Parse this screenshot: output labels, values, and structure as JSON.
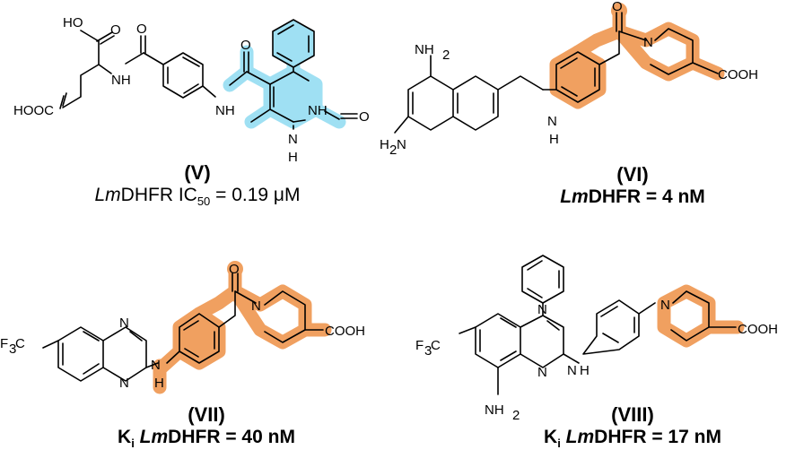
{
  "compounds": [
    {
      "id": "(V)",
      "activity": {
        "prefix": "",
        "enzyme_em": "Lm",
        "enzyme": "DHFR IC",
        "sub": "50",
        "rest": " = 0.19 μM"
      }
    },
    {
      "id": "(VI)",
      "activity": {
        "prefix": "",
        "enzyme_em": "Lm",
        "enzyme": "DHFR",
        "sub": "",
        "rest": " = 4 nM"
      }
    },
    {
      "id": "(VII)",
      "activity": {
        "prefix": "K",
        "prefix_sub": "i",
        "enzyme_em": "Lm",
        "enzyme": "DHFR",
        "rest": " = 40 nM"
      }
    },
    {
      "id": "(VIII)",
      "activity": {
        "prefix": "K",
        "prefix_sub": "i",
        "enzyme_em": "Lm",
        "enzyme": "DHFR",
        "rest": " = 17 nM"
      }
    }
  ],
  "atom_labels": {
    "ho": "HO",
    "o": "O",
    "hooc": "HOOC",
    "nh": "NH",
    "n": "N",
    "h": "H",
    "nh2": "NH",
    "h2n": "H",
    "cooh": "COOH",
    "f3c": "F"
  },
  "colors": {
    "highlight_cyan": "#9fe0f3",
    "highlight_orange": "#f0a060"
  }
}
